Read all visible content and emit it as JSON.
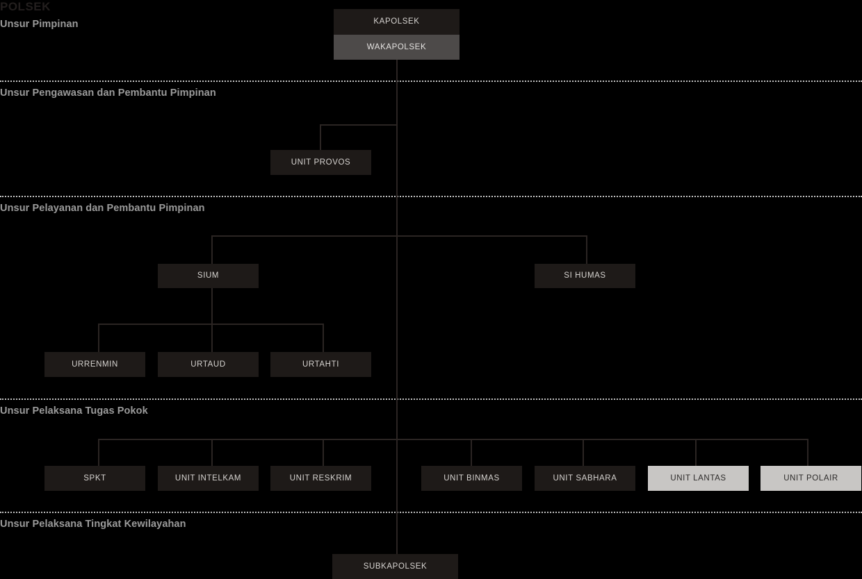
{
  "title": "POLSEK",
  "sections": [
    {
      "id": "pimpinan",
      "label": "Unsur Pimpinan"
    },
    {
      "id": "pengawasan",
      "label": "Unsur Pengawasan dan Pembantu Pimpinan"
    },
    {
      "id": "pelayanan",
      "label": "Unsur Pelayanan dan Pembantu Pimpinan"
    },
    {
      "id": "pelaksana",
      "label": "Unsur Pelaksana Tugas Pokok"
    },
    {
      "id": "kewilayahan",
      "label": "Unsur Pelaksana Tingkat Kewilayahan"
    }
  ],
  "nodes": {
    "kapolsek": "KAPOLSEK",
    "wakapolsek": "WAKAPOLSEK",
    "unit_provos": "UNIT PROVOS",
    "sium": "SIUM",
    "si_humas": "SI HUMAS",
    "urrenmin": "URRENMIN",
    "urtaud": "URTAUD",
    "urtahti": "URTAHTI",
    "spkt": "SPKT",
    "unit_intelkam": "UNIT INTELKAM",
    "unit_reskrim": "UNIT RESKRIM",
    "unit_binmas": "UNIT BINMAS",
    "unit_sabhara": "UNIT SABHARA",
    "unit_lantas": "UNIT LANTAS",
    "unit_polair": "UNIT POLAIR",
    "subkapolsek": "SUBKAPOLSEK"
  },
  "colors": {
    "background": "#000000",
    "box_dark": "#1e1a18",
    "box_mid": "#4d4a49",
    "box_light": "#c8c6c4",
    "line": "#2b2523",
    "divider": "#c3c3c3",
    "section_text": "#9b9b9b",
    "title_text": "#231f1e"
  }
}
